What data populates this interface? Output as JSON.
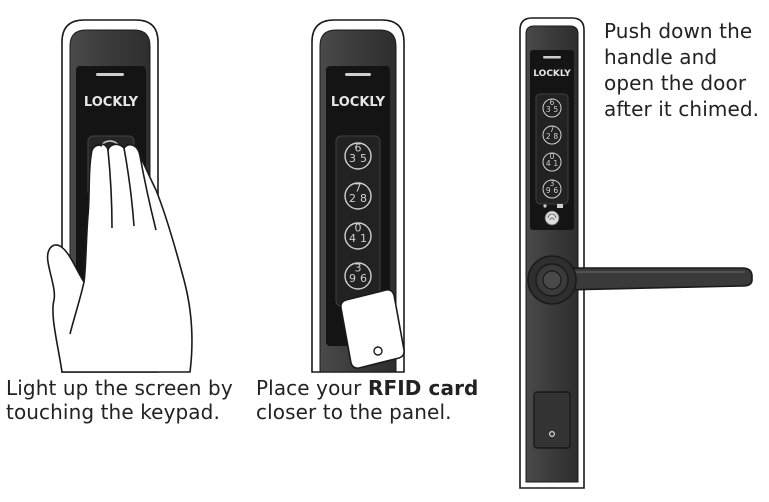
{
  "brand": "LOCKLY",
  "steps": [
    {
      "line1": "Light up the screen by",
      "line2": "touching the keypad."
    },
    {
      "line1_prefix": "Place your ",
      "line1_bold": "RFID card",
      "line2": "closer to the panel."
    },
    {
      "line1": "Push down the",
      "line2": "handle and",
      "line3": "open the door",
      "line4": "after it chimed."
    }
  ],
  "keypad_buttons": [
    {
      "top": "6",
      "left": "3",
      "right": "5"
    },
    {
      "top": "7",
      "left": "2",
      "right": "8"
    },
    {
      "top": "0",
      "left": "4",
      "right": "1"
    },
    {
      "top": "3",
      "left": "9",
      "right": "6"
    }
  ],
  "colors": {
    "body": "#3d3d3d",
    "outline": "#1a1a1a",
    "screen": "#141414",
    "key_ring": "#d0d0d0",
    "text": "#222222"
  },
  "icons": [
    "hand-icon",
    "rfid-card-icon",
    "fingerprint-icon",
    "door-handle-icon"
  ]
}
